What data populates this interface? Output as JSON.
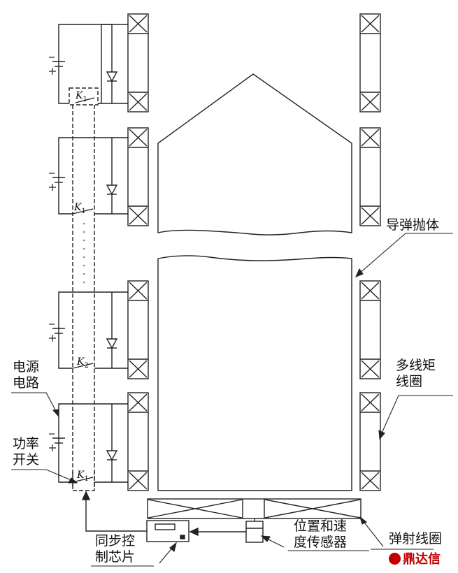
{
  "labels": {
    "projectile": "导弹抛体",
    "coil_line1": "多线矩",
    "coil_line2": "线圈",
    "power_line1": "电源",
    "power_line2": "电路",
    "switch_line1": "功率",
    "switch_line2": "开关",
    "chip_line1": "同步控",
    "chip_line2": "制芯片",
    "sensor_line1": "位置和速",
    "sensor_line2": "度传感器",
    "launch_coil": "弹射线圈"
  },
  "switches": [
    {
      "name": "K",
      "sub": "1"
    },
    {
      "name": "K",
      "sub": "1"
    },
    {
      "name": "K",
      "sub": "2"
    },
    {
      "name": "K",
      "sub": "1"
    }
  ],
  "watermark": "鼎达信",
  "colors": {
    "line": "#222222",
    "watermark": "#c00000"
  }
}
